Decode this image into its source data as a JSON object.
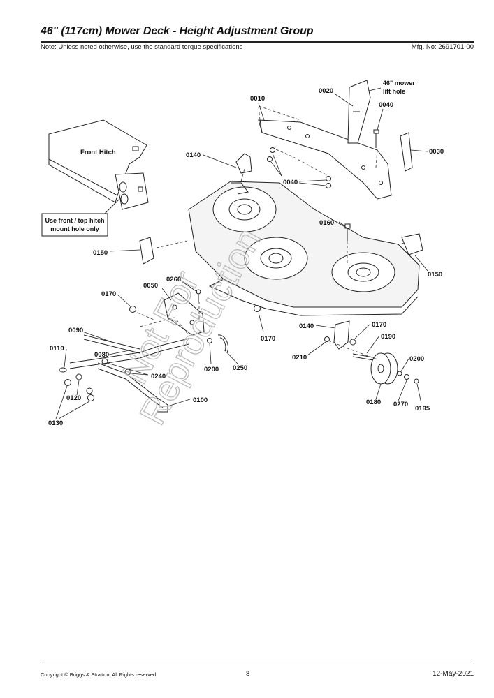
{
  "header": {
    "title": "46\" (117cm) Mower Deck - Height Adjustment Group",
    "note": "Note: Unless noted otherwise, use the standard torque specifications",
    "mfg_no": "Mfg. No: 2691701-00"
  },
  "footer": {
    "copyright": "Copyright ©  Briggs & Stratton. All Rights reserved",
    "page_number": "8",
    "date": "12-May-2021"
  },
  "diagram": {
    "watermark_line1": "Not For",
    "watermark_line2": "Reproduction",
    "callouts": {
      "front_hitch": "Front Hitch",
      "hitch_note_line1": "Use front / top hitch",
      "hitch_note_line2": "mount hole only",
      "lift_hole_line1": "46\" mower",
      "lift_hole_line2": "lift hole"
    },
    "labels": {
      "p0010": "0010",
      "p0020": "0020",
      "p0030": "0030",
      "p0040a": "0040",
      "p0040b": "0040",
      "p0140a": "0140",
      "p0140b": "0140",
      "p0150a": "0150",
      "p0150b": "0150",
      "p0160": "0160",
      "p0170a": "0170",
      "p0170b": "0170",
      "p0170c": "0170",
      "p0050": "0050",
      "p0260": "0260",
      "p0080": "0080",
      "p0090": "0090",
      "p0110": "0110",
      "p0120": "0120",
      "p0130": "0130",
      "p0100": "0100",
      "p0200a": "0200",
      "p0200b": "0200",
      "p0250": "0250",
      "p0240": "0240",
      "p0210": "0210",
      "p0190": "0190",
      "p0180": "0180",
      "p0270": "0270",
      "p0195": "0195"
    }
  }
}
